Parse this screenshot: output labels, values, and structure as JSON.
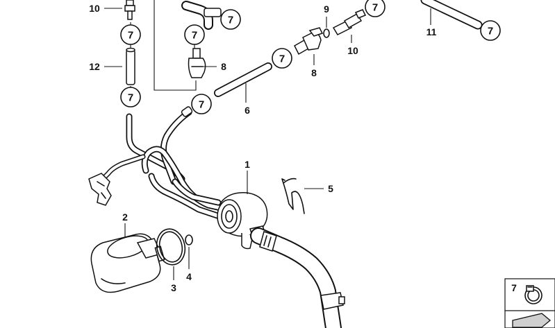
{
  "labels": {
    "l1": "1",
    "l2": "2",
    "l3": "3",
    "l4": "4",
    "l5": "5",
    "l6": "6",
    "l8a": "8",
    "l8b": "8",
    "l9": "9",
    "l10a": "10",
    "l10b": "10",
    "l11": "11",
    "l12": "12"
  },
  "callout": "7",
  "legend": {
    "item_number": "7"
  }
}
